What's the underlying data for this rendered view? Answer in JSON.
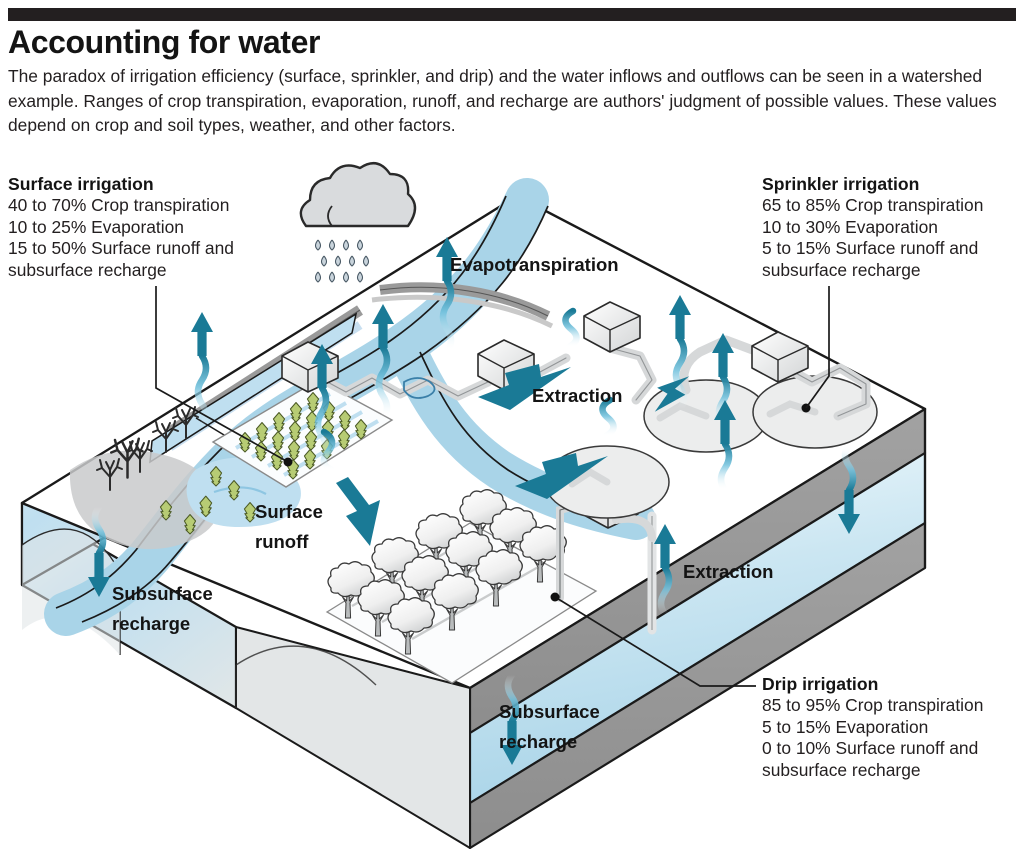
{
  "header": {
    "title": "Accounting for water",
    "deck": "The paradox of irrigation efficiency (surface, sprinkler, and drip) and the water inflows and outflows can be seen in a watershed example. Ranges of crop transpiration, evaporation, runoff, and recharge are authors' judgment of possible values. These values depend on crop and soil types, weather, and other factors."
  },
  "annotations": [
    {
      "id": "surface",
      "heading": "Surface irrigation",
      "lines": [
        "40 to 70% Crop transpiration",
        "10 to 25% Evaporation",
        "15 to 50% Surface runoff and",
        "subsurface recharge"
      ]
    },
    {
      "id": "sprinkler",
      "heading": "Sprinkler irrigation",
      "lines": [
        "65 to 85% Crop transpiration",
        "10 to 30% Evaporation",
        "5 to 15% Surface runoff and",
        "subsurface recharge"
      ]
    },
    {
      "id": "drip",
      "heading": "Drip irrigation",
      "lines": [
        "85 to 95% Crop transpiration",
        "5 to 15% Evaporation",
        "0 to 10% Surface runoff and",
        "subsurface recharge"
      ]
    }
  ],
  "diagram_labels": {
    "evapotranspiration": "Evapotranspiration",
    "extraction_upper": "Extraction",
    "extraction_lower": "Extraction",
    "surface_runoff_1": "Surface",
    "surface_runoff_2": "runoff",
    "subsurface_recharge_left_1": "Subsurface",
    "subsurface_recharge_left_2": "recharge",
    "subsurface_recharge_bottom_1": "Subsurface",
    "subsurface_recharge_bottom_2": "recharge"
  },
  "colors": {
    "ink": "#231f20",
    "rule": "#231f20",
    "arrow_teal": "#1a7a96",
    "water_light": "#a9d4e8",
    "water_pale": "#d4e9f4",
    "soil_gray": "#9a9a9a",
    "soil_gray_dark": "#8a8a8a",
    "block_top": "#ffffff",
    "crop_green": "#b7cc74",
    "tree_gray": "#d9dadb",
    "pump_gray": "#e8e9ea",
    "pipe_gray": "#d0d2d3",
    "cloud_gray": "#d9dbdd"
  }
}
